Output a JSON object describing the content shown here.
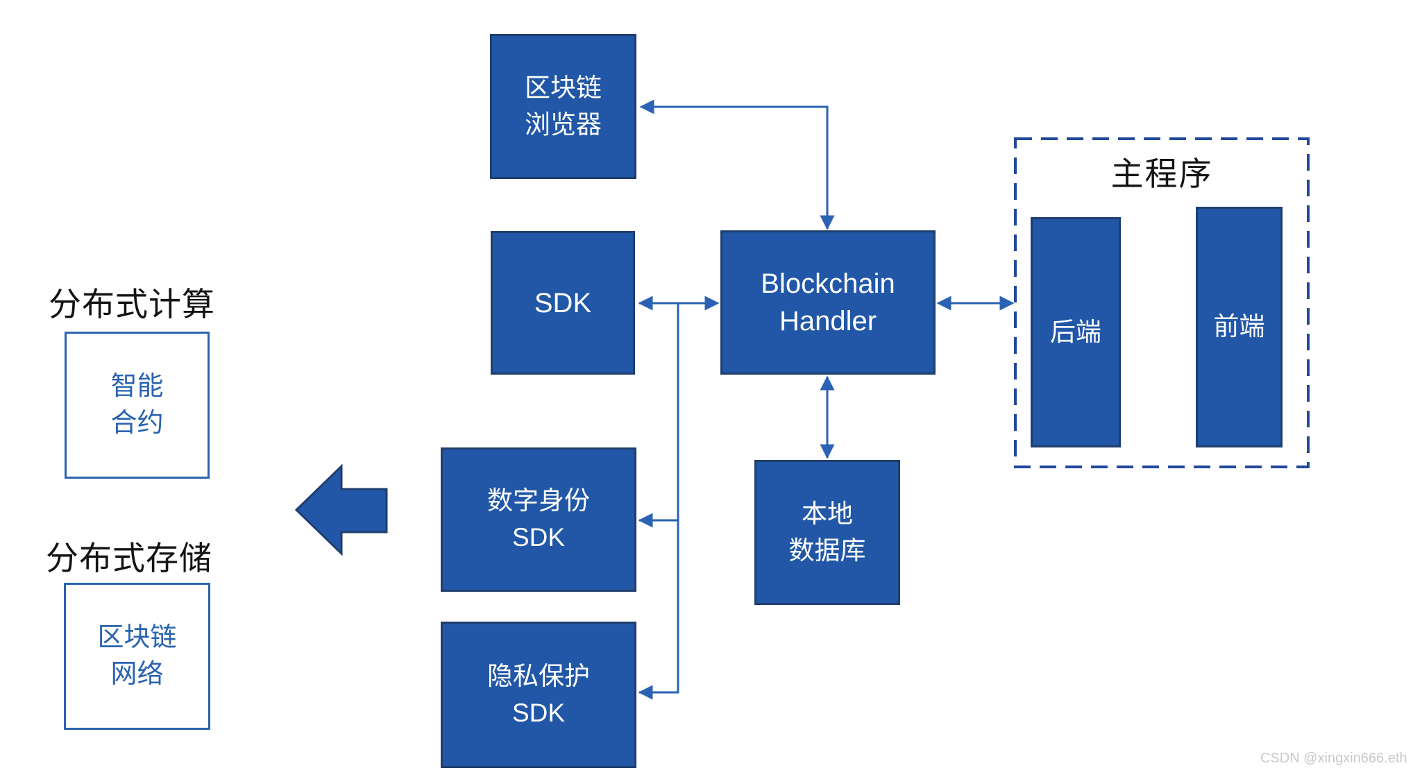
{
  "colors": {
    "box_fill": "#2157A6",
    "box_border": "#1F3E6E",
    "connector": "#2A62B4",
    "dashed_border": "#21489B",
    "outline_border": "#2A63B0",
    "outline_text": "#2A63B0",
    "title_text": "#141414",
    "watermark_text": "#C9C9C9"
  },
  "nodes": {
    "browser": "区块链\n浏览器",
    "sdk": "SDK",
    "handler": "Blockchain\nHandler",
    "identity_sdk": "数字身份\nSDK",
    "privacy_sdk": "隐私保护\nSDK",
    "database": "本地\n数据库",
    "backend": "后端",
    "frontend": "前端"
  },
  "group": {
    "title": "主程序"
  },
  "sections": {
    "computing": {
      "title": "分布式计算",
      "box": "智能\n合约"
    },
    "storage": {
      "title": "分布式存储",
      "box": "区块链\n网络"
    }
  },
  "watermark": "CSDN @xingxin666.eth"
}
